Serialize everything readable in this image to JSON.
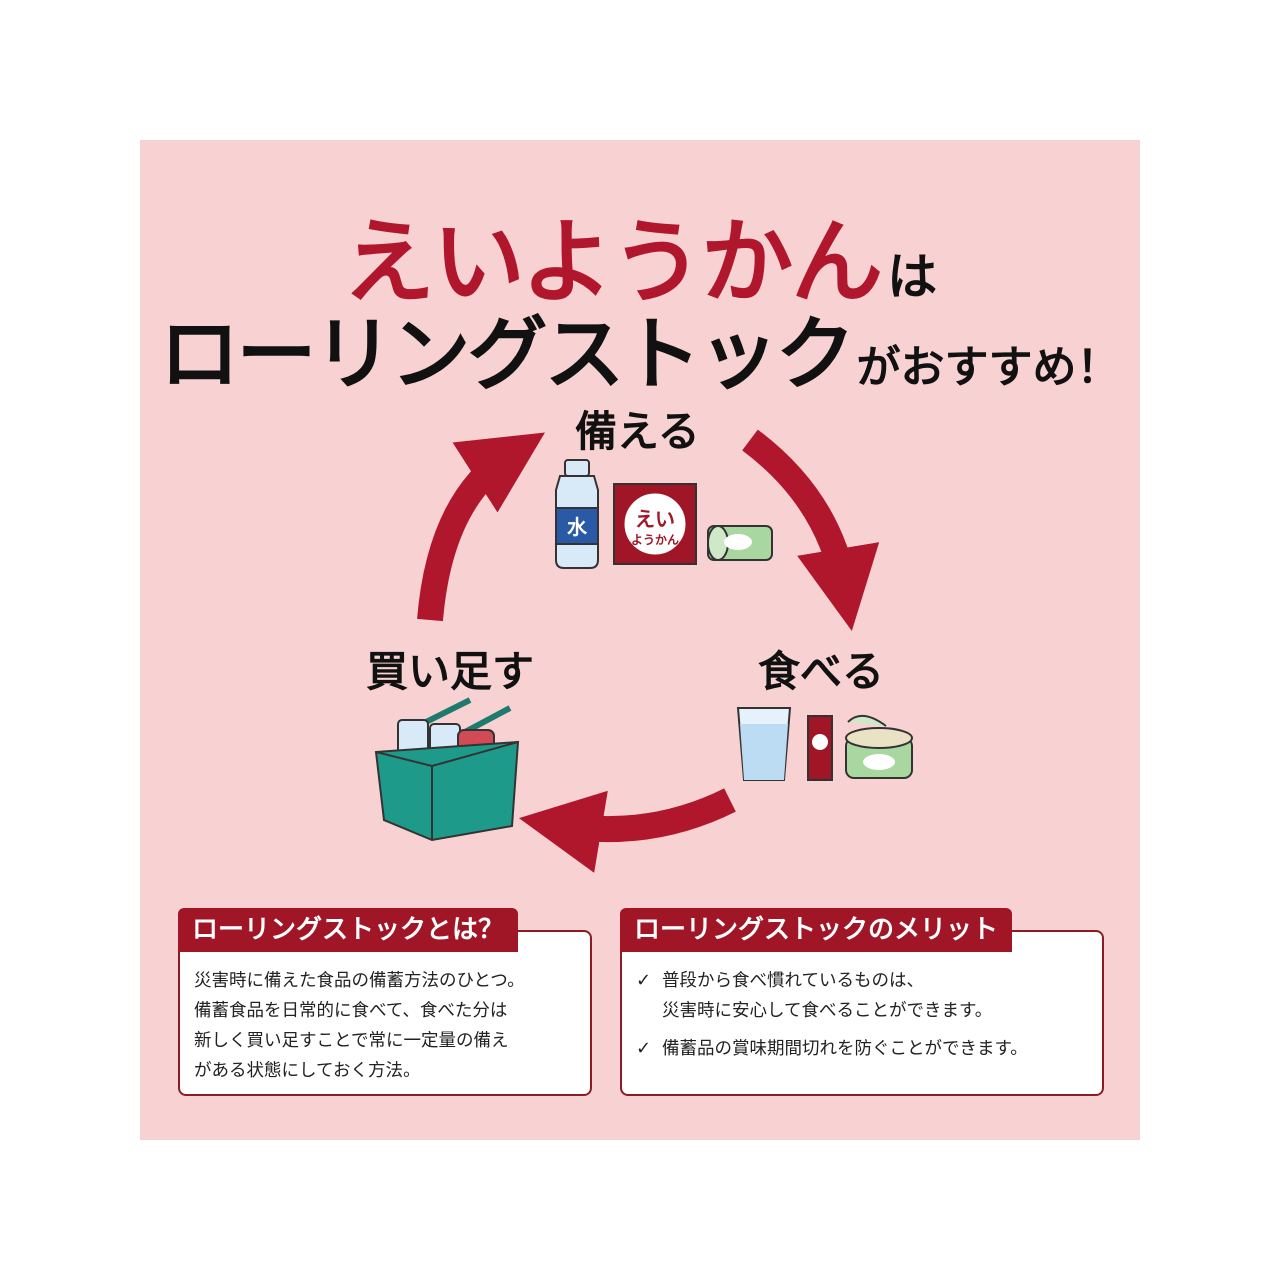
{
  "title": {
    "line1_big": "えいようかん",
    "line1_small": "は",
    "line2_big": "ローリングストック",
    "line2_small": "がおすすめ！"
  },
  "cycle": {
    "step_prepare": "備える",
    "step_eat": "食べる",
    "step_buy": "買い足す"
  },
  "product_label": {
    "water": "水",
    "yokan_line1": "えい",
    "yokan_line2": "ようかん"
  },
  "what_is": {
    "heading": "ローリングストックとは？",
    "lines": [
      "災害時に備えた食品の備蓄方法のひとつ。",
      "備蓄食品を日常的に食べて、食べた分は",
      "新しく買い足すことで常に一定量の備え",
      "がある状態にしておく方法。"
    ]
  },
  "merits": {
    "heading": "ローリングストックのメリット",
    "items": [
      {
        "line1": "普段から食べ慣れているものは、",
        "line2": "災害時に安心して食べることができます。"
      },
      {
        "line1": "備蓄品の賞味期間切れを防ぐことができます。",
        "line2": ""
      }
    ]
  },
  "colors": {
    "accent": "#b0172c",
    "background": "#f8d2d2",
    "basket": "#1e9a8a",
    "can": "#a8d8a0"
  }
}
